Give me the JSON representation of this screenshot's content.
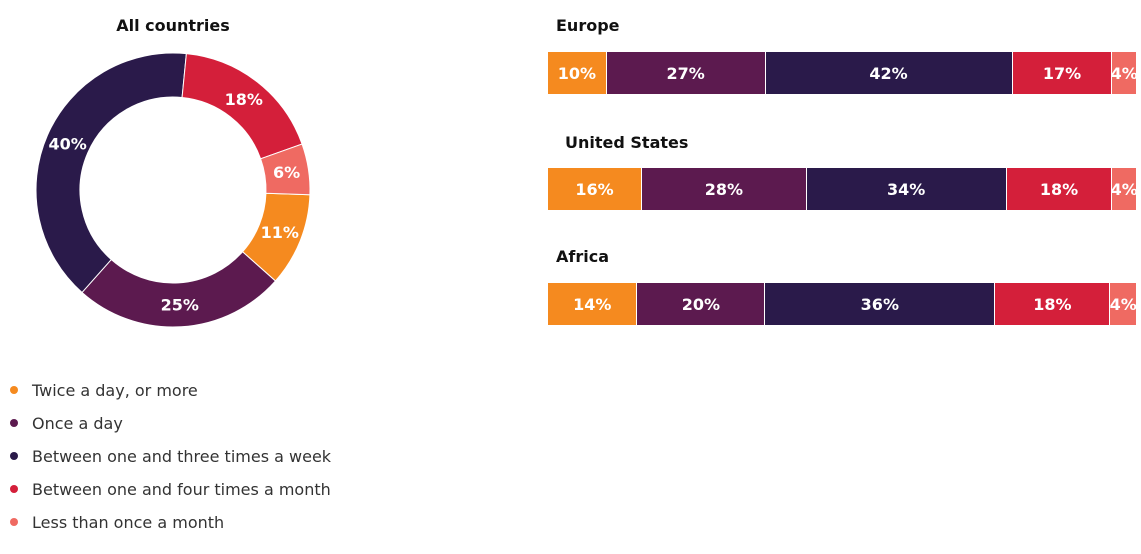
{
  "colors": {
    "twice_a_day": "#f58a1f",
    "once_a_day": "#5c1a4f",
    "one_to_three_week": "#2a1a4a",
    "one_to_four_month": "#d41f3a",
    "less_than_month": "#ef6a62"
  },
  "chart_data": [
    {
      "type": "pie",
      "variant": "donut",
      "title": "All countries",
      "categories": [
        "Twice a day, or more",
        "Once a day",
        "Between one and three times a week",
        "Between one and four times a month",
        "Less than once a month"
      ],
      "values": [
        11,
        25,
        40,
        18,
        6
      ],
      "labels": [
        "11%",
        "25%",
        "40%",
        "18%",
        "6%"
      ],
      "legend": "bottom-left"
    },
    {
      "type": "bar",
      "orientation": "horizontal-stacked",
      "groups": [
        {
          "title": "Europe",
          "values": [
            10,
            27,
            42,
            17,
            4
          ],
          "labels": [
            "10%",
            "27%",
            "42%",
            "17%",
            "4%"
          ]
        },
        {
          "title": "United States",
          "values": [
            16,
            28,
            34,
            18,
            4
          ],
          "labels": [
            "16%",
            "28%",
            "34%",
            "18%",
            "4%"
          ]
        },
        {
          "title": "Africa",
          "values": [
            14,
            20,
            36,
            18,
            4
          ],
          "labels": [
            "14%",
            "20%",
            "36%",
            "18%",
            "4%"
          ]
        }
      ]
    }
  ],
  "legend": {
    "items": [
      "Twice a day, or more",
      "Once a day",
      "Between one and three times a week",
      "Between one and four times a month",
      "Less than once a month"
    ]
  }
}
